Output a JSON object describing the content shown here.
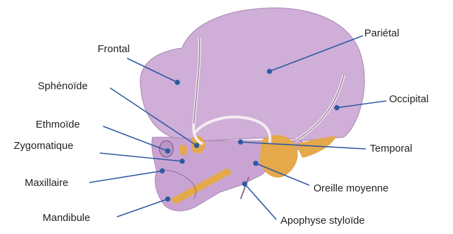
{
  "labels": {
    "frontal": "Frontal",
    "parietal": "Pariétal",
    "sphenoide": "Sphénoïde",
    "occipital": "Occipital",
    "ethmoide": "Ethmoïde",
    "zygomatique": "Zygomatique",
    "temporal": "Temporal",
    "maxillaire": "Maxillaire",
    "oreille_moyenne": "Oreille moyenne",
    "mandibule": "Mandibule",
    "apophyse_styloide": "Apophyse styloïde"
  },
  "colors": {
    "bone": "#cfaed8",
    "bone_dark": "#b893c4",
    "suture": "#f4ecf0",
    "orange": "#e3a94a",
    "leader": "#2c5aa0"
  }
}
